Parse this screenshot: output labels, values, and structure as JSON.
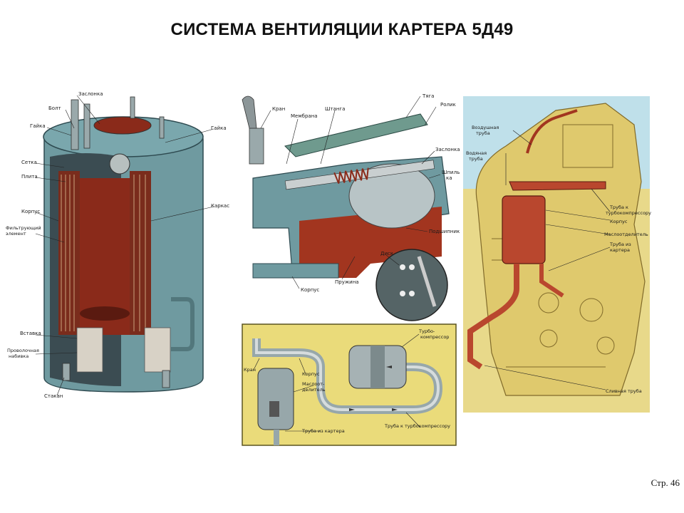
{
  "title": "СИСТЕМА ВЕНТИЛЯЦИИ КАРТЕРА 5Д49",
  "page_number": "Стр. 46",
  "filter": {
    "labels": {
      "zaslonka": "Заслонка",
      "bolt": "Болт",
      "gayka_left": "Гайка",
      "setka": "Сетка",
      "plita": "Плита",
      "korpus": "Корпус",
      "filter_element_1": "Фильтрующий",
      "filter_element_2": "элемент",
      "vstavka": "Вставка",
      "nabivka_1": "Проволочная",
      "nabivka_2": "набивка",
      "stakan": "Стакан",
      "gayka_right": "Гайка",
      "karkas": "Каркас"
    }
  },
  "valve": {
    "labels": {
      "kran": "Кран",
      "membrana": "Мембрана",
      "shtanga": "Штанга",
      "tyaga": "Тяга",
      "rolik": "Ролик",
      "zaslonka": "Заслонка",
      "shpilka_1": "Шпиль",
      "shpilka_2": "ка",
      "podshipnik": "Подшипник",
      "disk": "Диск",
      "pruzhina": "Пружина",
      "korpus": "Корпус"
    }
  },
  "schematic": {
    "labels": {
      "turbo_1": "Турбо-",
      "turbo_2": "компрессор",
      "kran": "Кран",
      "korpus": "Корпус",
      "masloot_1": "Маслоот-",
      "masloot_2": "делитель",
      "truba_k_turbo": "Труба к турбокомпрессору",
      "truba_iz_kartera": "Труба из картера"
    }
  },
  "engine": {
    "labels": {
      "vozdush_1": "Воздушная",
      "vozdush_2": "труба",
      "vodyanaya_1": "Водяная",
      "vodyanaya_2": "труба",
      "truba_turbo_1": "Труба к",
      "truba_turbo_2": "турбокомпрессору",
      "korpus": "Корпус",
      "masloot": "Маслоотделитель",
      "truba_karter_1": "Труба из",
      "truba_karter_2": "картера",
      "slivnaya": "Сливная труба"
    }
  }
}
